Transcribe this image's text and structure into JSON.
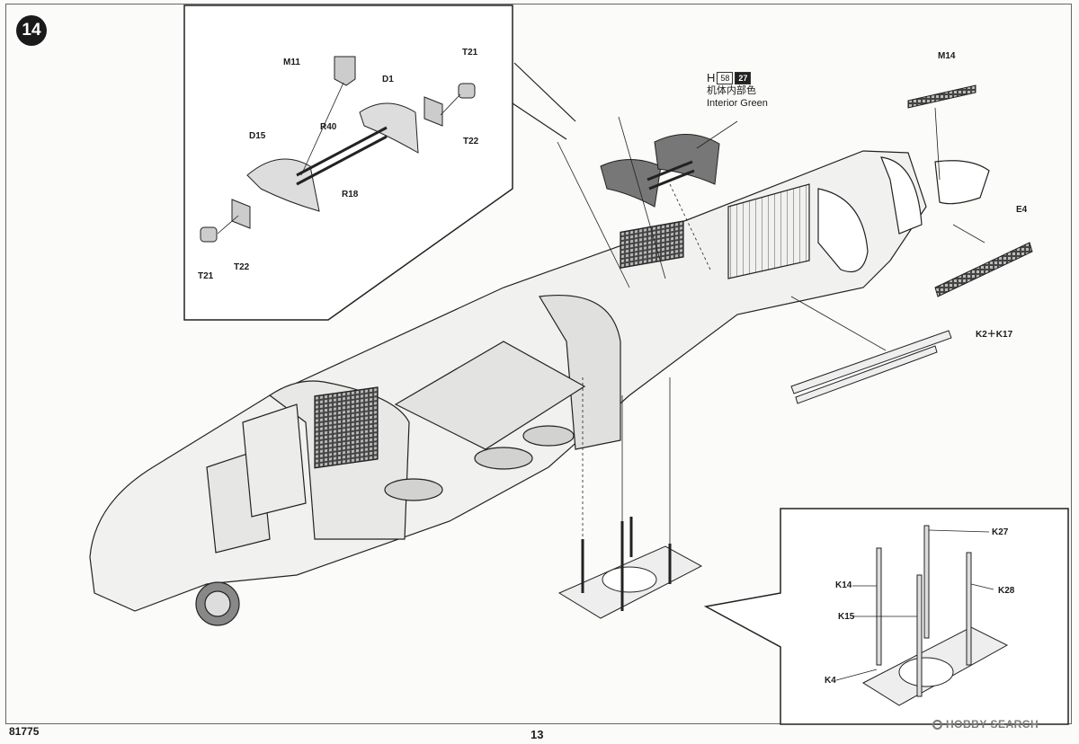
{
  "step": {
    "number": "14"
  },
  "paint": {
    "letter": "H",
    "code_a": "58",
    "code_b": "27",
    "name_cn": "机体内部色",
    "name_en": "Interior Green"
  },
  "labels": {
    "m11": "M11",
    "t21_top": "T21",
    "d1": "D1",
    "r40": "R40",
    "d15": "D15",
    "t22_right": "T22",
    "r18": "R18",
    "t22_left": "T22",
    "t21_bottom": "T21",
    "m14": "M14",
    "e4": "E4",
    "k2_k17": "K2＋K17",
    "k27": "K27",
    "k14": "K14",
    "k28": "K28",
    "k15": "K15",
    "k4": "K4"
  },
  "footer": {
    "kit_number": "81775",
    "page_number": "13"
  },
  "watermark": {
    "text": "HOBBY SEARCH"
  }
}
